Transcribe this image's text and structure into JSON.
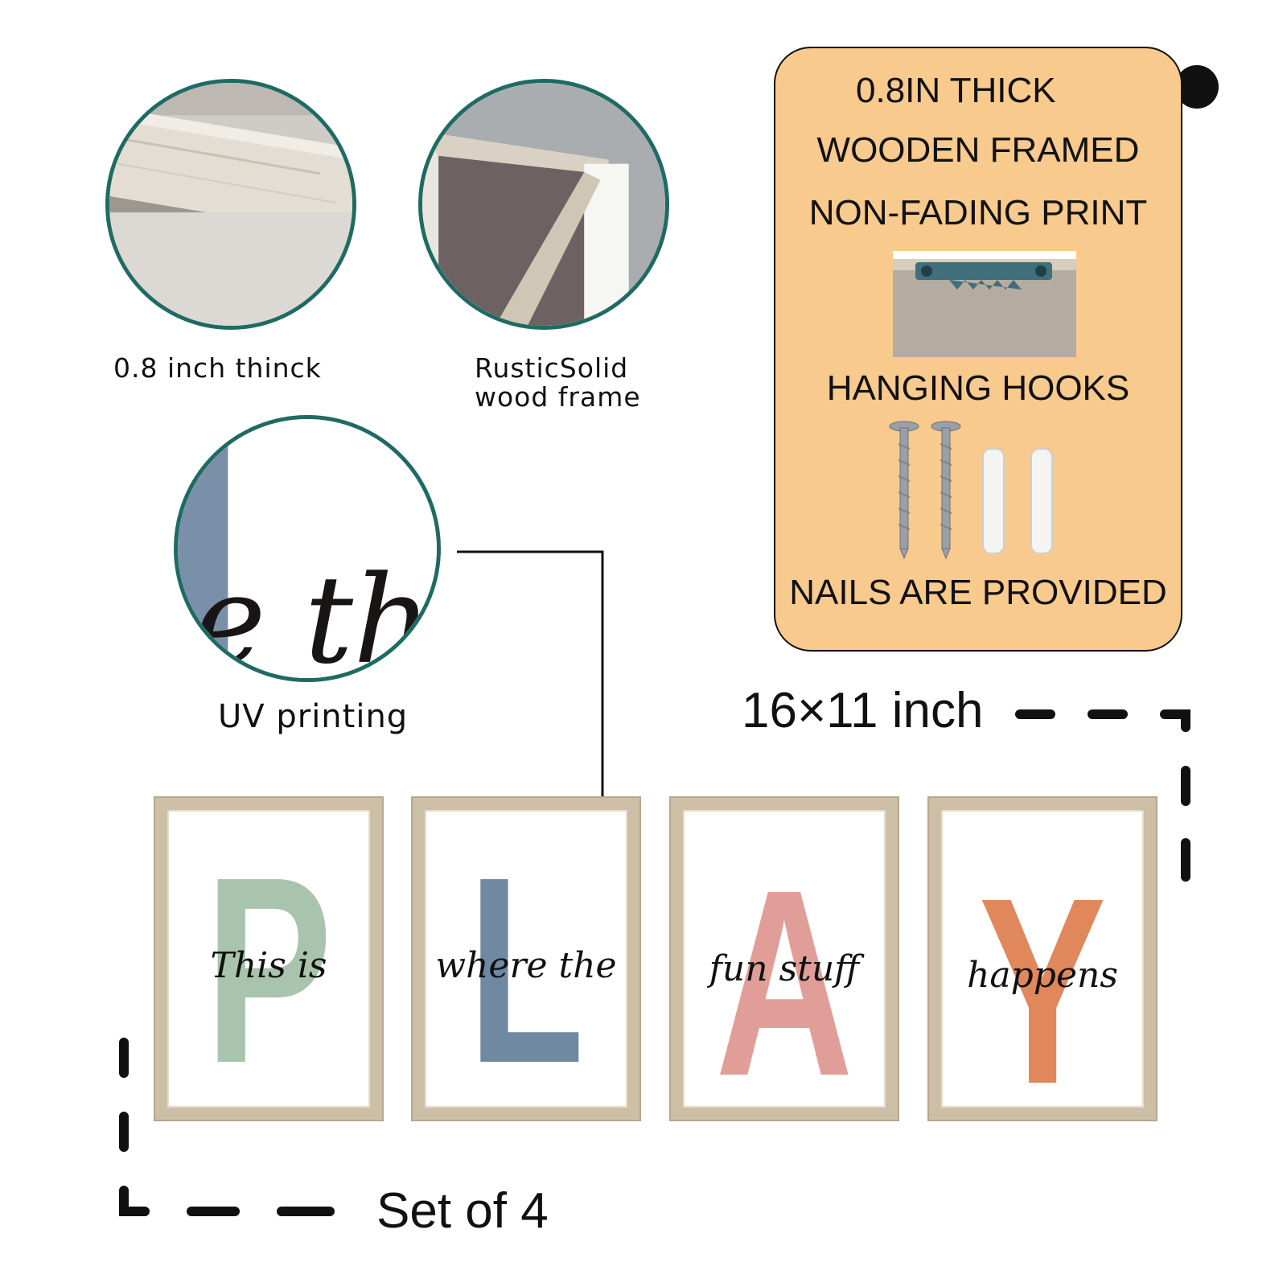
{
  "features": {
    "thickness_caption": "0.8 inch thinck",
    "frame_caption_line1": "RusticSolid",
    "frame_caption_line2": "wood frame",
    "printing_caption": "UV printing"
  },
  "info_panel": {
    "line1": "0.8IN THICK",
    "line2": "WOODEN FRAMED",
    "line3": "NON-FADING PRINT",
    "line4": "HANGING HOOKS",
    "line5": "NAILS ARE PROVIDED",
    "background_color": "#f8ca8d"
  },
  "dimensions": {
    "size_label": "16×11 inch",
    "set_label": "Set of 4"
  },
  "prints": [
    {
      "letter": "P",
      "phrase": "This is",
      "color": "#a9c4ad"
    },
    {
      "letter": "L",
      "phrase": "where the",
      "color": "#6f89a3"
    },
    {
      "letter": "A",
      "phrase": "fun stuff",
      "color": "#e19e99"
    },
    {
      "letter": "Y",
      "phrase": "happens",
      "color": "#e0875c"
    }
  ],
  "zoom_text": "e the"
}
